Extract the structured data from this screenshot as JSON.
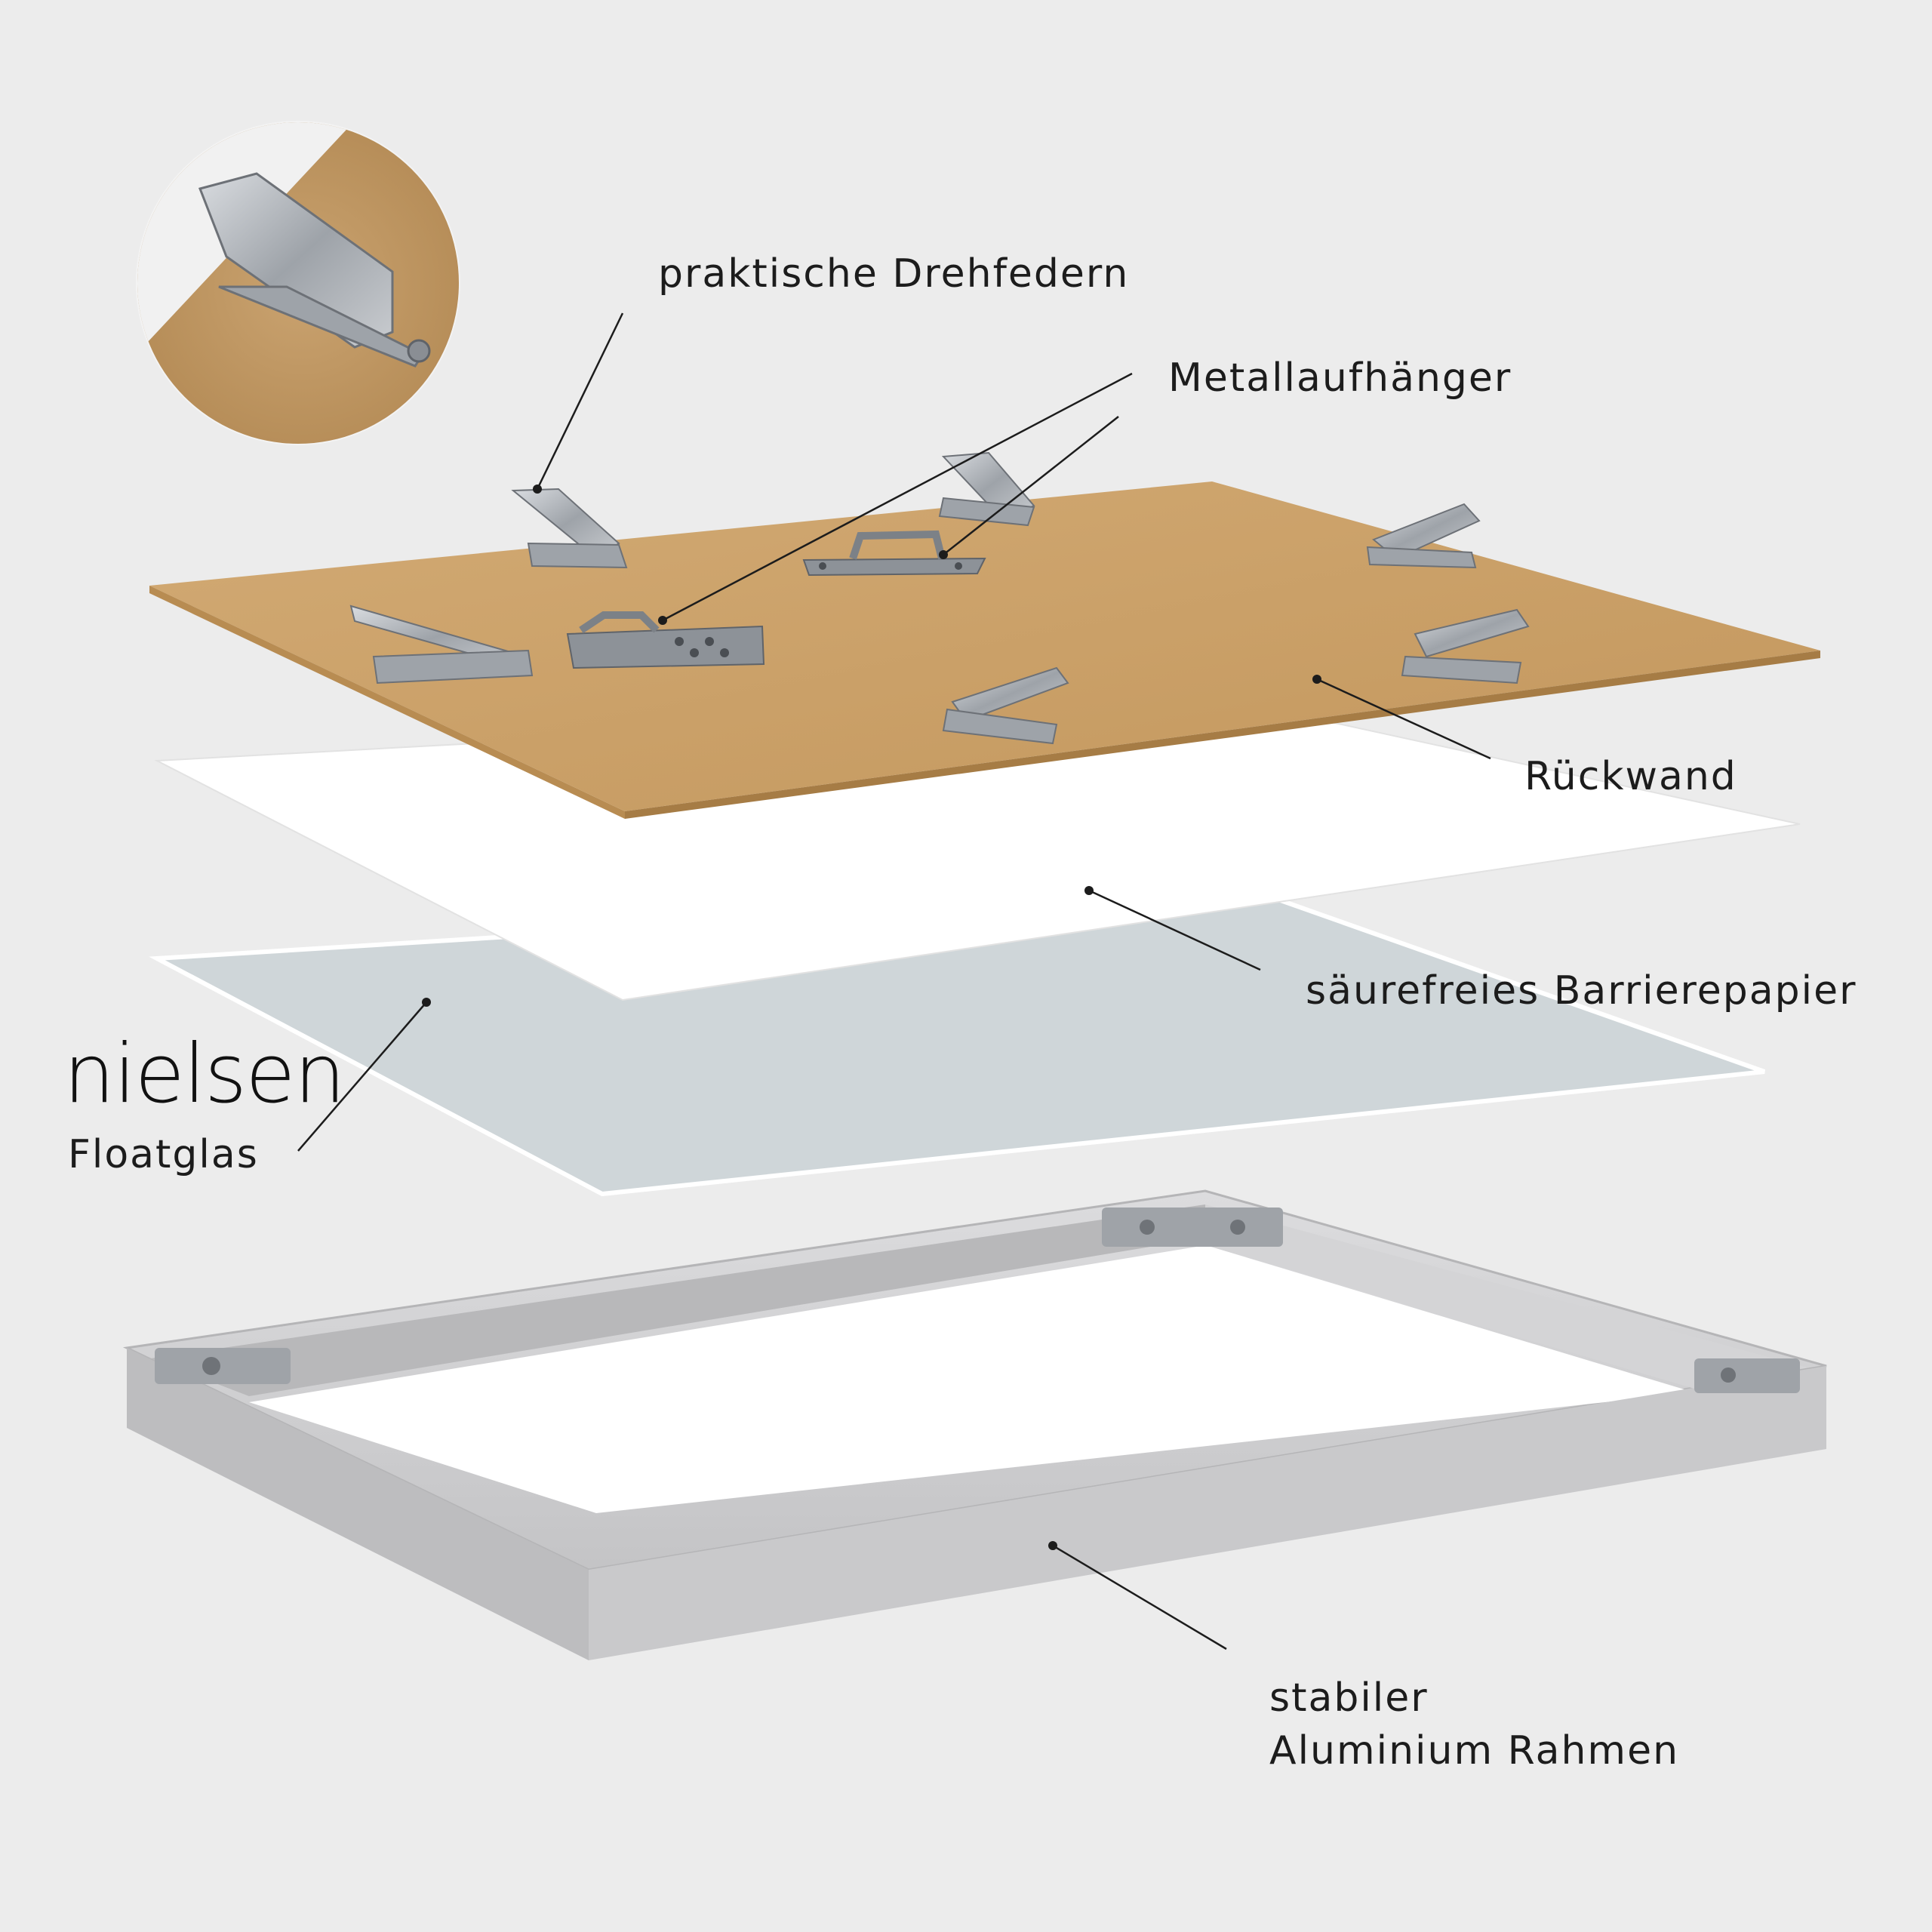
{
  "brand": {
    "logo_text": "nielsen"
  },
  "labels": {
    "drehfedern": "praktische Drehfedern",
    "aufhaenger": "Metallaufhänger",
    "rueckwand": "Rückwand",
    "barrierepapier": "säurefreies Barrierepapier",
    "floatglas": "Floatglas",
    "rahmen_line1": "stabiler",
    "rahmen_line2": "Aluminium Rahmen"
  },
  "colors": {
    "background": "#ececec",
    "backboard": "#c9a06b",
    "backboard_edge": "#a67c45",
    "paper": "#ffffff",
    "glass": "#cfd6d9",
    "frame": "#cfcfd1",
    "frame_side": "#b9b9bb",
    "metal": "#a9adb3",
    "leader_line": "#1c1c1c"
  }
}
